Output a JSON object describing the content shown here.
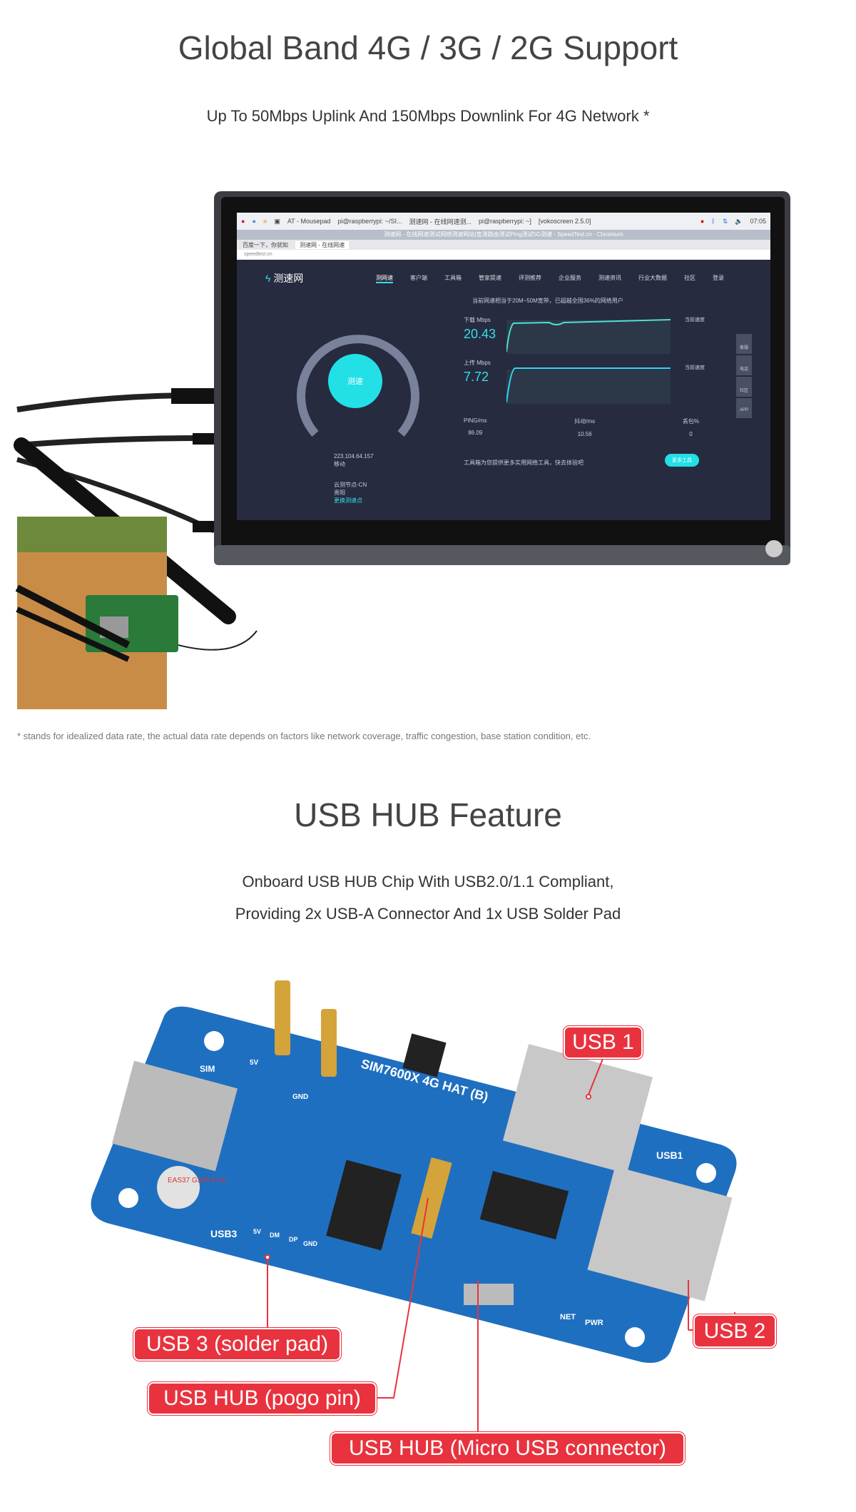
{
  "section1": {
    "title": "Global Band 4G / 3G / 2G Support",
    "subtitle": "Up To 50Mbps Uplink And 150Mbps Downlink For 4G Network *",
    "footnote": "* stands for idealized data rate, the actual data rate depends on factors like network coverage, traffic congestion, base station condition, etc."
  },
  "screen": {
    "taskbar": {
      "mousepad": "AT - Mousepad",
      "term1": "pi@raspberrypi: ~/SI...",
      "browser": "测速网 - 在线网速测...",
      "term2": "pi@raspberrypi: ~]",
      "vokoscreen": "[vokoscreen 2.5.0]",
      "clock": "07:05"
    },
    "window_title": "测速网 - 在线网速测试网络测速网站|宽测路由测试Ping测试5G测速 - SpeedTest.cn - Chromium",
    "tabs": [
      "百度一下，你就知",
      "测速网 - 在线网速"
    ],
    "url": "speedtest.cn",
    "logo": "测速网",
    "nav": [
      "测网速",
      "客户端",
      "工具箱",
      "管家提速",
      "评测推荐",
      "企业服务",
      "测速资讯",
      "行业大数据",
      "社区",
      "登录"
    ],
    "headline": "当前网速相当于20M~50M宽带，已超越全国36%的网络用户",
    "start_button": "测速",
    "download": {
      "label": "下载 Mbps",
      "value": "20.43",
      "curve": "当前速度"
    },
    "upload": {
      "label": "上传 Mbps",
      "value": "7.72",
      "curve": "当前速度"
    },
    "ip": "223.104.64.157",
    "isp": "移动",
    "node": "云测节点-CN",
    "city": "贵阳",
    "change_node": "更换测速点",
    "stats": [
      {
        "label": "PING/ms",
        "value": "86.09"
      },
      {
        "label": "抖动/ms",
        "value": "10.56"
      },
      {
        "label": "丢包%",
        "value": "0"
      }
    ],
    "promo": "工具箱为您提供更多实用网络工具，快去体验吧",
    "more_tools": "更多工具",
    "side": [
      "客服",
      "电话",
      "社区",
      "APP"
    ]
  },
  "section2": {
    "title": "USB HUB Feature",
    "line1": "Onboard USB HUB Chip With USB2.0/1.1 Compliant,",
    "line2": "Providing 2x USB-A Connector And 1x USB Solder Pad"
  },
  "board": {
    "name": "SIM7600X 4G HAT (B)",
    "silk": [
      "SIM",
      "5V",
      "GND",
      "USB1",
      "USB3",
      "5V",
      "DM",
      "DP",
      "GND",
      "NET",
      "PWR"
    ],
    "cap": "EAS37 G330 6.3V"
  },
  "labels": {
    "usb1": "USB 1",
    "usb2": "USB 2",
    "usb3": "USB 3 (solder pad)",
    "pogo": "USB HUB (pogo pin)",
    "micro": "USB HUB (Micro USB connector)"
  },
  "colors": {
    "label_red": "#e8333f",
    "board_blue": "#1f6fc0",
    "screen_bg": "#262b40",
    "accent": "#33e0e0"
  }
}
